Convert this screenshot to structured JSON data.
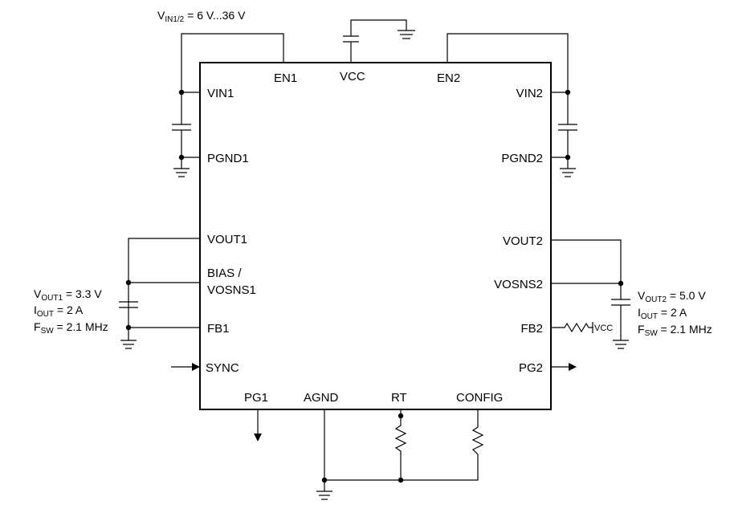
{
  "pins": {
    "vin1": "VIN1",
    "pgnd1": "PGND1",
    "vout1": "VOUT1",
    "bias": "BIAS /",
    "vosns1": "VOSNS1",
    "fb1": "FB1",
    "sync": "SYNC",
    "en1": "EN1",
    "vcc": "VCC",
    "en2": "EN2",
    "vin2": "VIN2",
    "pgnd2": "PGND2",
    "vout2": "VOUT2",
    "vosns2": "VOSNS2",
    "fb2": "FB2",
    "pg2": "PG2",
    "pg1": "PG1",
    "agnd": "AGND",
    "rt": "RT",
    "config": "CONFIG"
  },
  "input_note": {
    "main": "V",
    "sub": "IN1/2",
    "rest": " = 6 V...36 V"
  },
  "fb2_supply": "VCC",
  "out1": {
    "vout_main": "V",
    "vout_sub": "OUT1",
    "vout_rest": " = 3.3 V",
    "iout_main": "I",
    "iout_sub": "OUT",
    "iout_rest": " = 2 A",
    "fsw_main": "F",
    "fsw_sub": "SW",
    "fsw_rest": " = 2.1 MHz"
  },
  "out2": {
    "vout_main": "V",
    "vout_sub": "OUT2",
    "vout_rest": " = 5.0 V",
    "iout_main": "I",
    "iout_sub": "OUT",
    "iout_rest": " = 2 A",
    "fsw_main": "F",
    "fsw_sub": "SW",
    "fsw_rest": " = 2.1 MHz"
  }
}
